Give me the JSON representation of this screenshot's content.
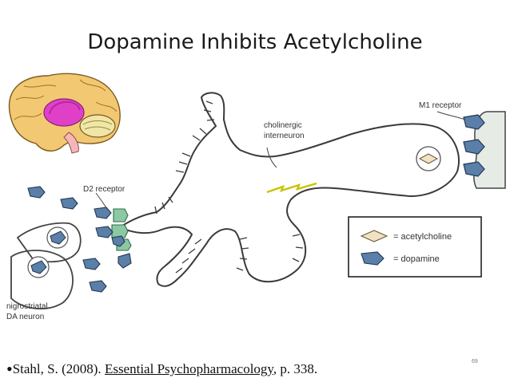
{
  "slide": {
    "title": "Dopamine Inhibits Acetylcholine",
    "slide_number": "69"
  },
  "diagram": {
    "labels": {
      "m1_receptor": "M1 receptor",
      "d2_receptor": "D2 receptor",
      "cholinergic_line1": "cholinergic",
      "cholinergic_line2": "interneuron",
      "nigrostriatal_line1": "nigrostriatal",
      "nigrostriatal_line2": "DA neuron"
    },
    "legend": [
      {
        "symbol": "acetylcholine-icon",
        "label": "= acetylcholine",
        "color": "#f1e2c4"
      },
      {
        "symbol": "dopamine-icon",
        "label": "= dopamine",
        "color": "#5a7fa8"
      }
    ],
    "colors": {
      "dopamine": "#5a7fa8",
      "acetylcholine": "#f1e2c4",
      "d2_receptor": "#8cc9a3",
      "brain_highlight": "#e040c8"
    }
  },
  "citation": {
    "bullet": "•",
    "author": "Stahl, S. (2008). ",
    "book": "Essential Psychopharmacology",
    "pages": ", p. 338."
  }
}
